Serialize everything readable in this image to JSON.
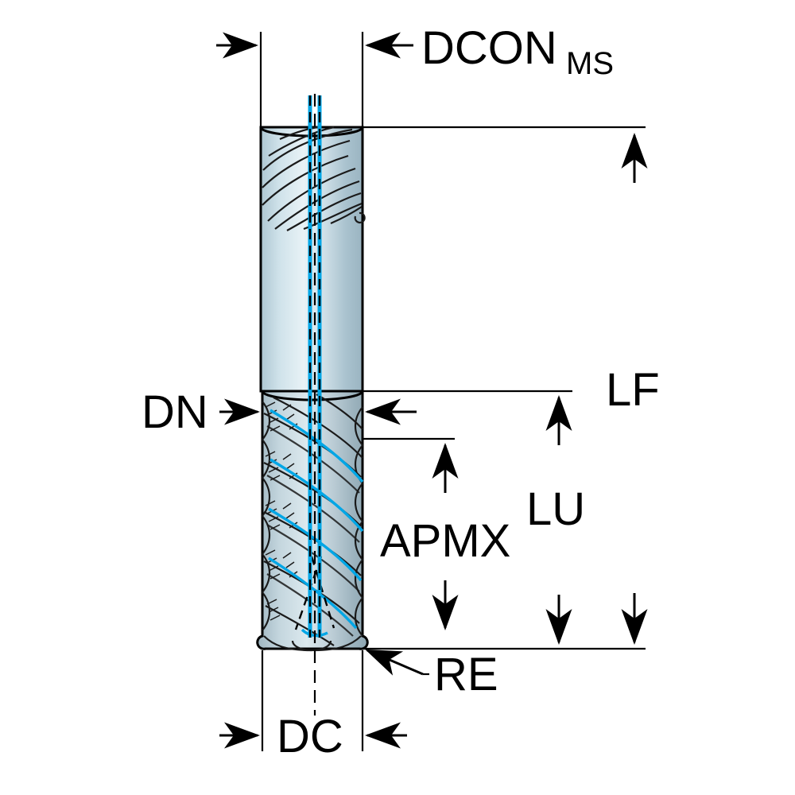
{
  "diagram": {
    "title": "End mill dimensional parameter diagram",
    "subject": "corner-radius end mill with cylindrical shank",
    "labels": {
      "dcon_main": "DCON",
      "dcon_sub": "MS",
      "lf": "LF",
      "lu": "LU",
      "apmx": "APMX",
      "dn": "DN",
      "re": "RE",
      "dc": "DC"
    },
    "colors": {
      "shank_fill": "#c6dce6",
      "flute_fill": "#b9ccd4",
      "coolant_line": "#00a6e6",
      "outline": "#000000",
      "background": "#ffffff"
    },
    "dimension_lines": [
      {
        "name": "DCON-MS",
        "orientation": "horizontal",
        "label": "DCON",
        "subscript": "MS"
      },
      {
        "name": "LF",
        "orientation": "vertical",
        "label": "LF"
      },
      {
        "name": "LU",
        "orientation": "vertical",
        "label": "LU"
      },
      {
        "name": "APMX",
        "orientation": "vertical",
        "label": "APMX"
      },
      {
        "name": "DN",
        "orientation": "horizontal",
        "label": "DN"
      },
      {
        "name": "RE",
        "orientation": "leader",
        "label": "RE"
      },
      {
        "name": "DC",
        "orientation": "horizontal",
        "label": "DC"
      }
    ]
  }
}
